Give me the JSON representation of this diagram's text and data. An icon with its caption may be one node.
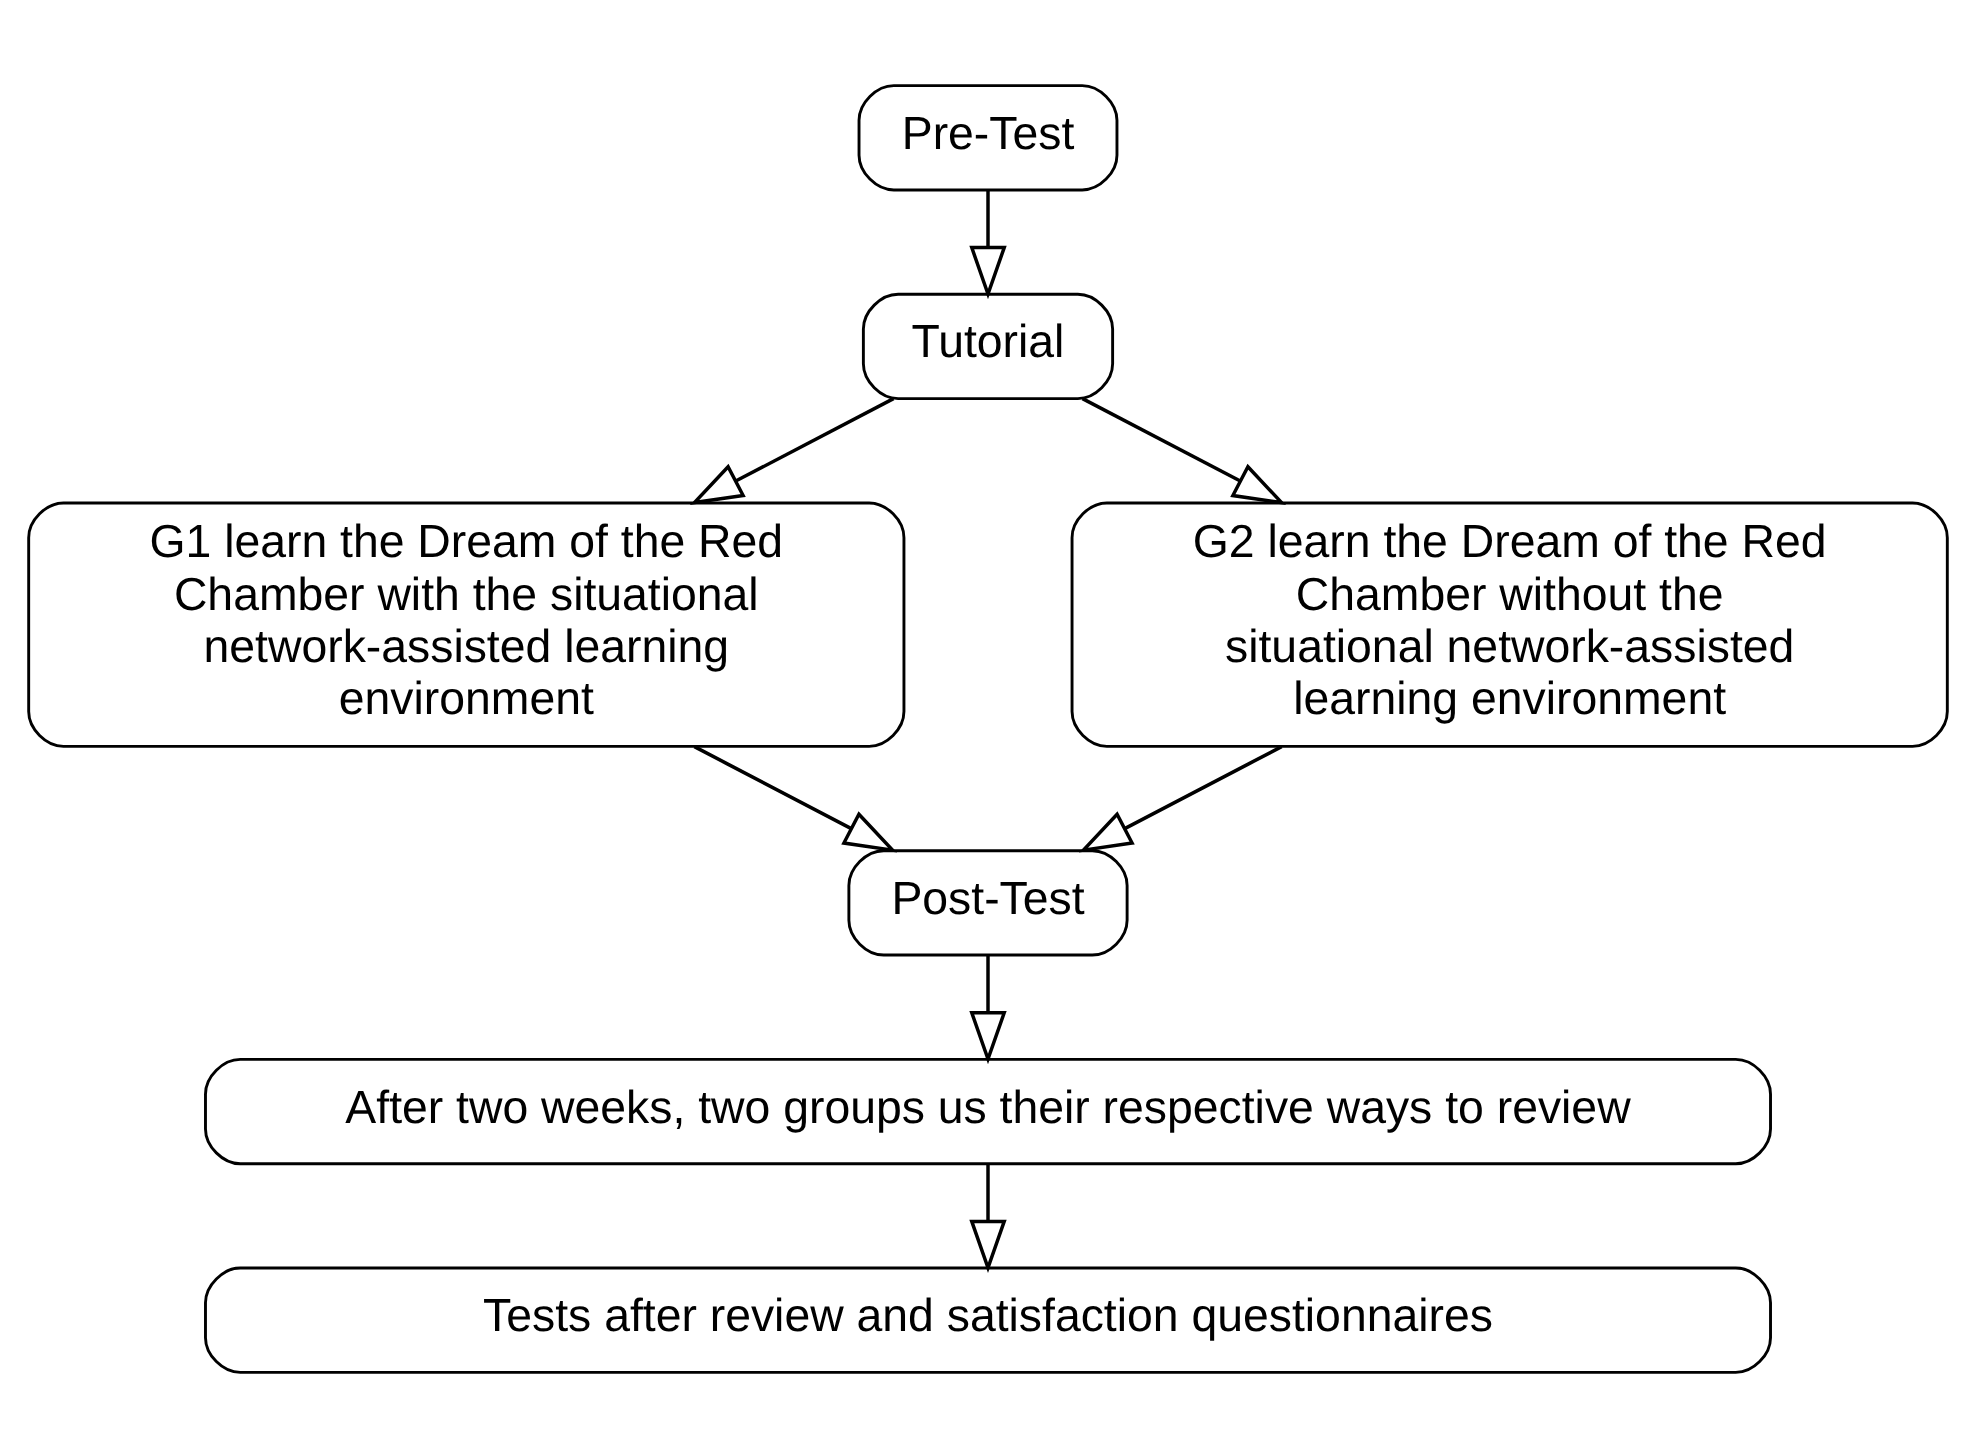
{
  "diagram": {
    "nodes": [
      {
        "text": [
          "Pre-Test"
        ]
      },
      {
        "text": [
          "Tutorial"
        ]
      },
      {
        "text": [
          "G1 learn the Dream of the Red Chamber with the situational network-assisted learning environment"
        ]
      },
      {
        "text": [
          "G2 learn the Dream of the Red Chamber without the situational network-assisted learning environment"
        ]
      },
      {
        "text": [
          "Post-Test"
        ]
      },
      {
        "text": [
          "After two weeks, two groups us their respective ways to review"
        ]
      },
      {
        "text": [
          "Tests after review and satisfaction questionnaires"
        ]
      }
    ],
    "edges": [
      {
        "from": 0,
        "to": 1,
        "arrow": "to"
      },
      {
        "from": 1,
        "to": 2,
        "arrow": "to"
      },
      {
        "from": 1,
        "to": 3,
        "arrow": "to"
      },
      {
        "from": 2,
        "to": 4,
        "arrow": "to"
      },
      {
        "from": 3,
        "to": 4,
        "arrow": "to"
      },
      {
        "from": 4,
        "to": 5,
        "arrow": "to"
      },
      {
        "from": 5,
        "to": 6,
        "arrow": "to"
      }
    ]
  }
}
